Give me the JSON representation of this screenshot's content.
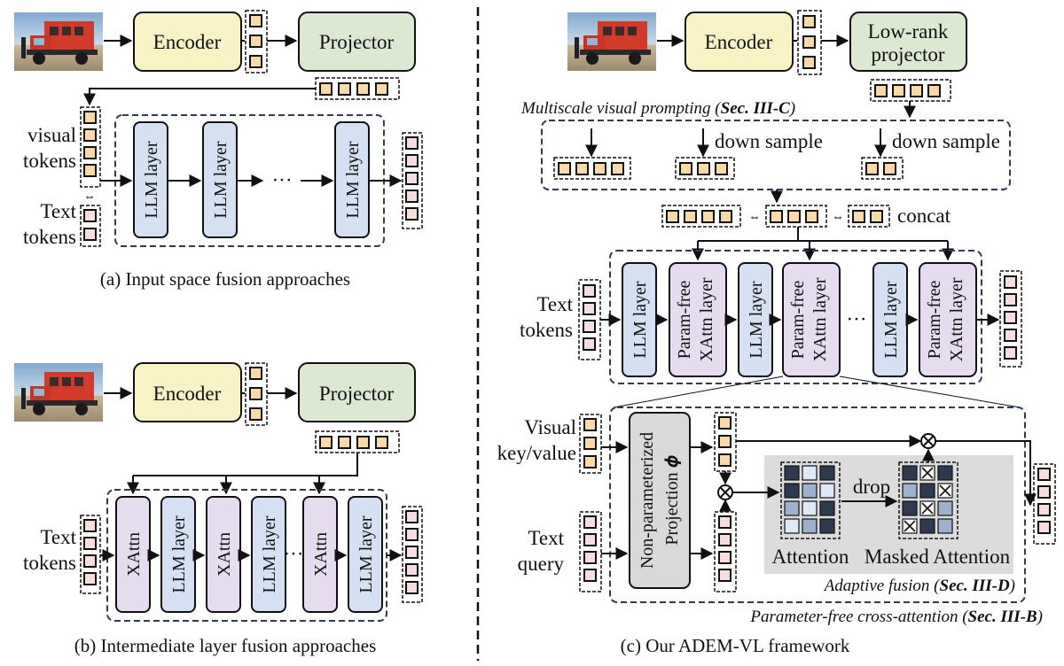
{
  "panel_a": {
    "encoder": "Encoder",
    "projector": "Projector",
    "visual_tokens_l1": "visual",
    "visual_tokens_l2": "tokens",
    "text_tokens_l1": "Text",
    "text_tokens_l2": "tokens",
    "llm_layer": "LLM layer",
    "ellipsis": "···",
    "caption": "(a) Input space fusion approaches"
  },
  "panel_b": {
    "encoder": "Encoder",
    "projector": "Projector",
    "text_tokens_l1": "Text",
    "text_tokens_l2": "tokens",
    "xattn": "XAttn",
    "llm_layer": "LLM layer",
    "ellipsis": "···",
    "caption": "(b) Intermediate layer fusion approaches"
  },
  "panel_c": {
    "encoder": "Encoder",
    "projector_l1": "Low-rank",
    "projector_l2": "projector",
    "multiscale_label": "Multiscale visual prompting (",
    "multiscale_ref": "Sec. III-C",
    "multiscale_close": ")",
    "down_sample": "down sample",
    "concat": "concat",
    "text_tokens_l1": "Text",
    "text_tokens_l2": "tokens",
    "llm_layer": "LLM layer",
    "pf_l1": "Param-free",
    "pf_l2": "XAttn layer",
    "ellipsis": "···",
    "visual_kv_l1": "Visual",
    "visual_kv_l2": "key/value",
    "text_query_l1": "Text",
    "text_query_l2": "query",
    "proj_l1": "Non-parameterized",
    "proj_l2": "Projection 𝝓",
    "drop": "drop",
    "attention": "Attention",
    "masked_attention": "Masked Attention",
    "adaptive_label": "Adaptive fusion (",
    "adaptive_ref": "Sec. III-D",
    "adaptive_close": ")",
    "pfca_label": "Parameter-free cross-attention (",
    "pfca_ref": "Sec. III-B",
    "pfca_close": ")",
    "caption": "(c) Our ADEM-VL framework"
  },
  "colors": {
    "visual_token": "#f9d9a6",
    "text_token": "#f6dede",
    "encoder": "#f7f3c4",
    "projector": "#dce8d2",
    "llm_layer": "#d6e0f3",
    "xattn": "#e6dcf0",
    "proj_box": "#d9d9d9",
    "gray_panel": "#dcdcdc",
    "dashed_border": "#2b3b5c"
  }
}
